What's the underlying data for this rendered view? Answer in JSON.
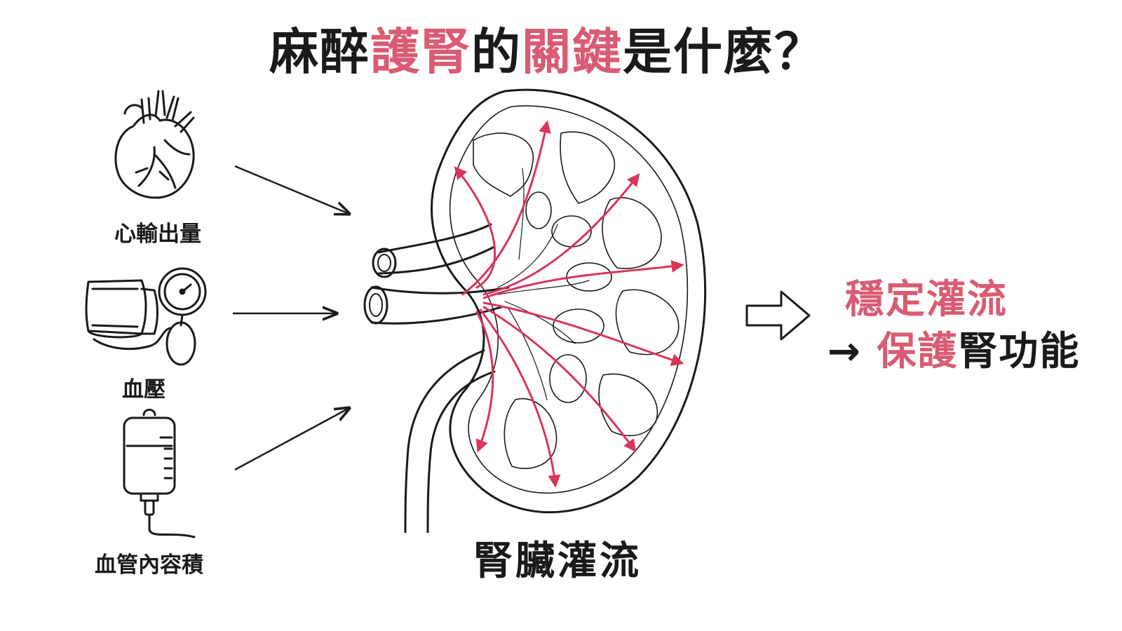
{
  "title": {
    "part1": "麻醉",
    "part2": "護腎",
    "part3": "的",
    "part4": "關鍵",
    "part5": "是什麼？"
  },
  "inputs": [
    {
      "label": "心輸出量",
      "icon": "heart-icon"
    },
    {
      "label": "血壓",
      "icon": "blood-pressure-cuff-icon"
    },
    {
      "label": "血管內容積",
      "icon": "iv-bag-icon"
    }
  ],
  "center": {
    "label": "腎臟灌流",
    "icon": "kidney-icon"
  },
  "result": {
    "line1": "穩定灌流",
    "line2_arrow": "→",
    "line2_pink": "保護",
    "line2_rest": "腎功能"
  },
  "colors": {
    "accent": "#d95c72",
    "flow": "#d9355a",
    "ink": "#1a1a1a"
  }
}
